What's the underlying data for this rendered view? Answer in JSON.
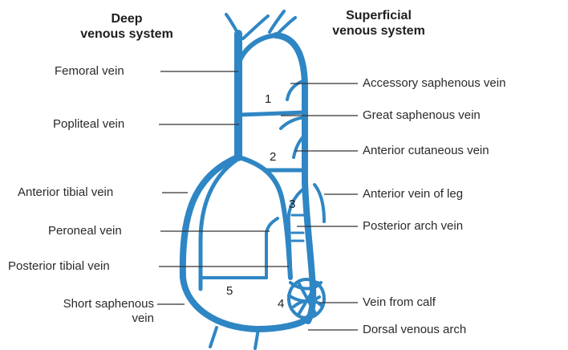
{
  "headings": {
    "deep": [
      "Deep",
      "venous system"
    ],
    "superficial": [
      "Superficial",
      "venous system"
    ]
  },
  "left_labels": {
    "femoral": "Femoral vein",
    "popliteal": "Popliteal vein",
    "anterior_tibial": "Anterior tibial vein",
    "peroneal": "Peroneal vein",
    "posterior_tibial": "Posterior tibial vein",
    "short_saphenous": [
      "Short saphenous",
      "vein"
    ]
  },
  "right_labels": {
    "accessory_saphenous": "Accessory saphenous vein",
    "great_saphenous": "Great saphenous vein",
    "anterior_cutaneous": "Anterior cutaneous vein",
    "anterior_vein_leg": "Anterior vein of leg",
    "posterior_arch": "Posterior arch vein",
    "vein_from_calf": "Vein from calf",
    "dorsal_arch": "Dorsal venous arch"
  },
  "perforator_numbers": [
    "1",
    "2",
    "3",
    "4",
    "5"
  ],
  "colors": {
    "vein": "#2f86c4",
    "leader": "#333333"
  }
}
